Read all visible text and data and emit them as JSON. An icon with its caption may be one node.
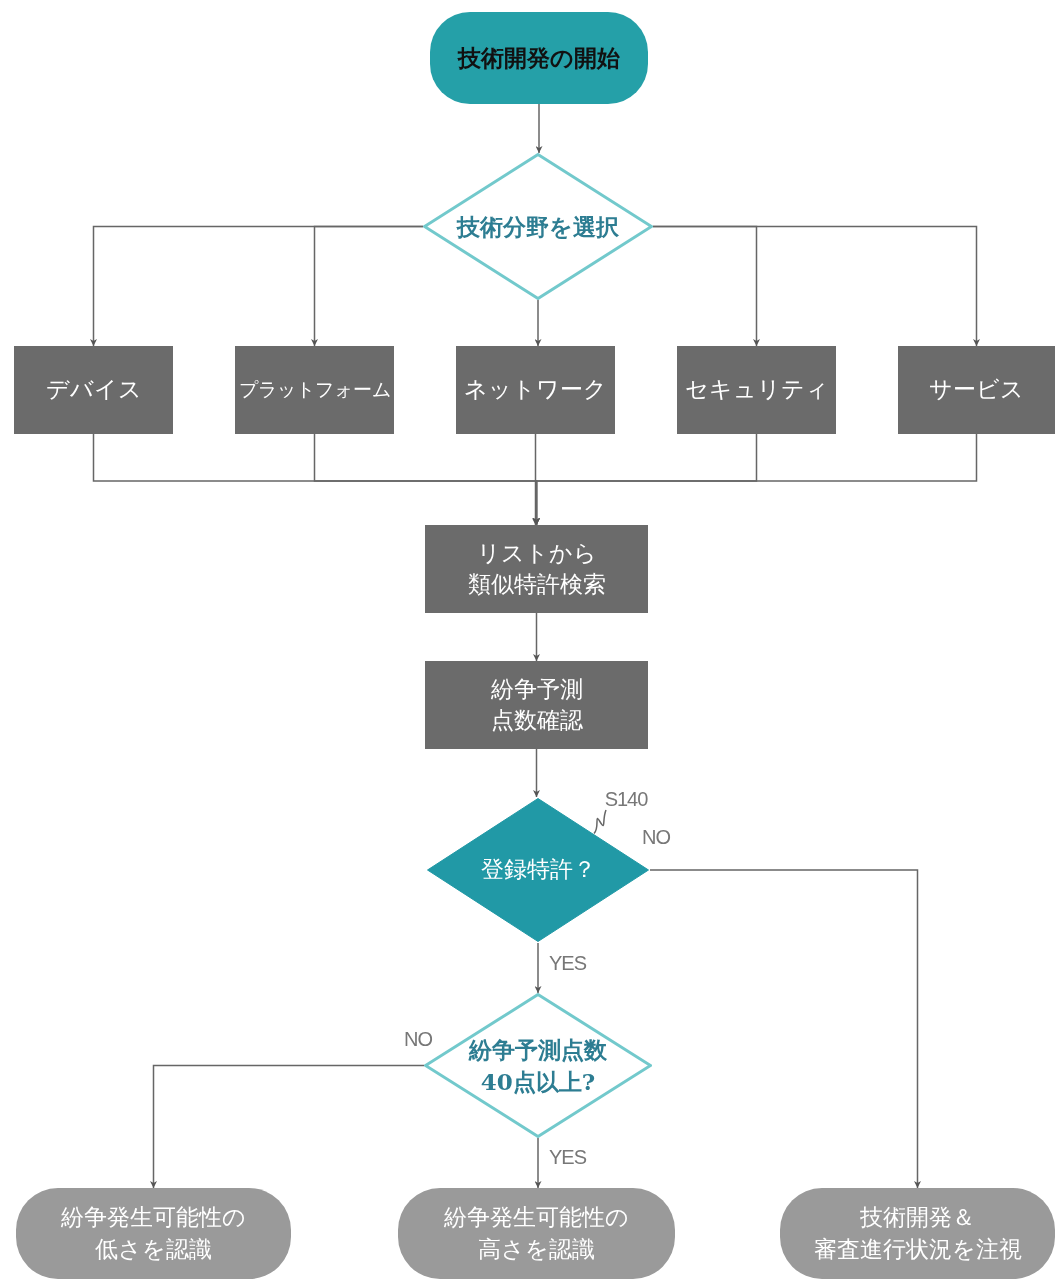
{
  "diagram": {
    "nodes": [
      {
        "text": [
          "技術開発の開始"
        ]
      },
      {
        "text": [
          "技術分野を選択"
        ]
      },
      {
        "text": [
          "デバイス"
        ]
      },
      {
        "text": [
          "プラットフォーム"
        ]
      },
      {
        "text": [
          "ネットワーク"
        ]
      },
      {
        "text": [
          "セキュリティ"
        ]
      },
      {
        "text": [
          "サービス"
        ]
      },
      {
        "text": [
          "リストから類似特許検索"
        ]
      },
      {
        "text": [
          "紛争予測点数確認"
        ]
      },
      {
        "text": [
          "登録特許？"
        ]
      },
      {
        "text": [
          "紛争予測点数40点以上?"
        ]
      },
      {
        "text": [
          "紛争発生可能性の低さを認識"
        ]
      },
      {
        "text": [
          "紛争発生可能性の高さを認識"
        ]
      },
      {
        "text": [
          "技術開発＆審査進行状況を注視"
        ]
      },
      {
        "text": [
          "S140"
        ]
      }
    ],
    "edges": [
      {
        "from": 0,
        "to": 1,
        "arrow": "to"
      },
      {
        "from": 1,
        "to": 2,
        "arrow": "to"
      },
      {
        "from": 1,
        "to": 3,
        "arrow": "to"
      },
      {
        "from": 1,
        "to": 4,
        "arrow": "to"
      },
      {
        "from": 1,
        "to": 5,
        "arrow": "to"
      },
      {
        "from": 1,
        "to": 6,
        "arrow": "to"
      },
      {
        "from": 2,
        "to": 7,
        "arrow": "to"
      },
      {
        "from": 3,
        "to": 7,
        "arrow": "to"
      },
      {
        "from": 4,
        "to": 7,
        "arrow": "to"
      },
      {
        "from": 5,
        "to": 7,
        "arrow": "to"
      },
      {
        "from": 6,
        "to": 7,
        "arrow": "to"
      },
      {
        "from": 7,
        "to": 8,
        "arrow": "to"
      },
      {
        "from": 8,
        "to": 9,
        "arrow": "to"
      },
      {
        "from": 9,
        "to": 10,
        "arrow": "to",
        "label": "YES"
      },
      {
        "from": 9,
        "to": 13,
        "arrow": "to",
        "label": "NO"
      },
      {
        "from": 10,
        "to": 11,
        "arrow": "to",
        "label": "NO"
      },
      {
        "from": 10,
        "to": 12,
        "arrow": "to",
        "label": "YES"
      },
      {
        "from": 14,
        "to": 9,
        "arrow": "none"
      }
    ]
  }
}
